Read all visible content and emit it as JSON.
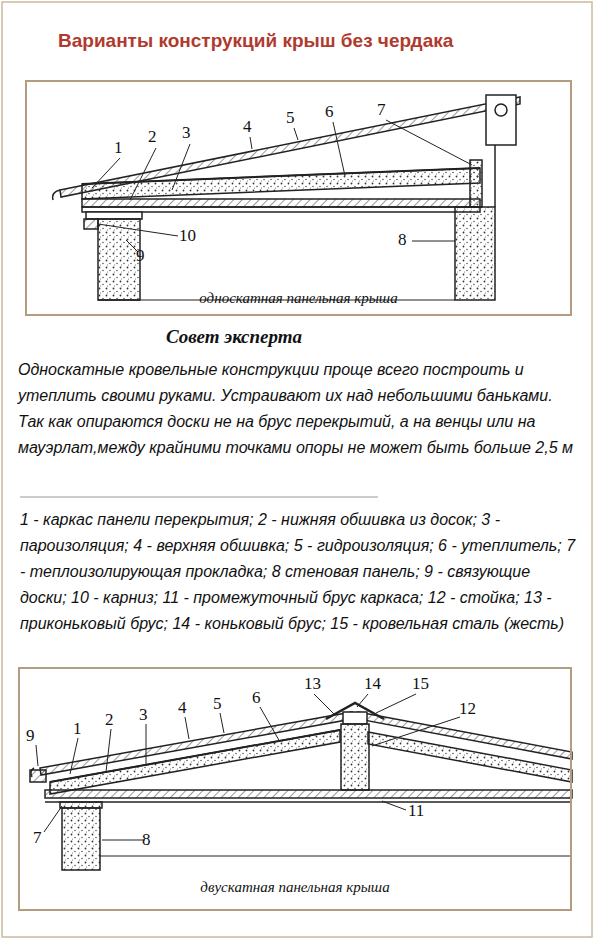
{
  "diagram": {
    "title": "Варианты конструкций крыш без чердака",
    "nodes": [
      {
        "text": [
          "односкатная панельная крыша"
        ]
      },
      {
        "text": [
          "двускатная панельная крыша"
        ]
      }
    ],
    "labels": [
      "1",
      "2",
      "3",
      "4",
      "5",
      "6",
      "7",
      "10",
      "9",
      "8",
      "Совет эксперта",
      "Односкатные кровельные конструкции проще всего построить и утеплить своими руками. Устраивают их над небольшими баньками. Так как опираются доски не на брус перекрытий, а на венцы или на мауэрлат,между крайними точками опоры не может быть больше 2,5 м",
      "1 - каркас панели перекрытия; 2 - нижняя обшивка из досок; 3 - пароизоляция; 4 - верхняя обшивка; 5 - гидроизоляция; 6 - утеплитель; 7 - теплоизолирующая прокладка; 8 стеновая панель; 9 - связующие доски; 10 - карниз; 11 - промежуточный брус каркаса; 12 - стойка; 13 - приконьковый брус; 14 - коньковый брус; 15 - кровельная сталь (жесть)",
      "13",
      "14",
      "15",
      "9",
      "1",
      "2",
      "3",
      "4",
      "5",
      "6",
      "12",
      "7",
      "8",
      "11"
    ]
  }
}
